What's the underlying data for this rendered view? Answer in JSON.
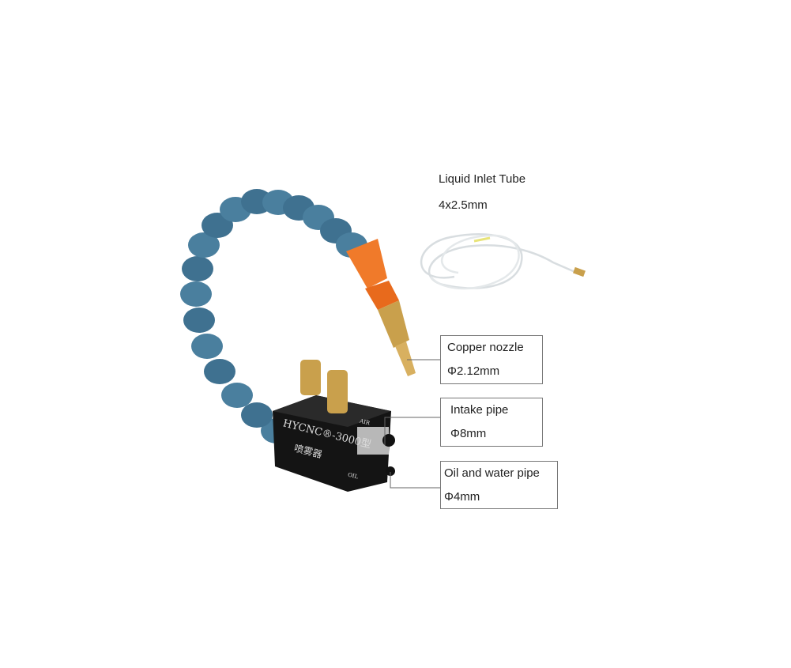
{
  "tube_label": {
    "title": "Liquid Inlet Tube",
    "size": "4x2.5mm"
  },
  "callouts": [
    {
      "title": "Copper nozzle",
      "size": "Φ2.12mm"
    },
    {
      "title": "Intake pipe",
      "size": "Φ8mm"
    },
    {
      "title": "Oil and water pipe",
      "size": "Φ4mm"
    }
  ],
  "device": {
    "model": "HYCNC®-3000型",
    "name": "喷雾器",
    "port_air": "AIR",
    "port_oil": "OIL"
  },
  "colors": {
    "hose": "#3f7190",
    "nozzle": "#f07a2a",
    "brass": "#c9a04c",
    "block": "#141414"
  }
}
